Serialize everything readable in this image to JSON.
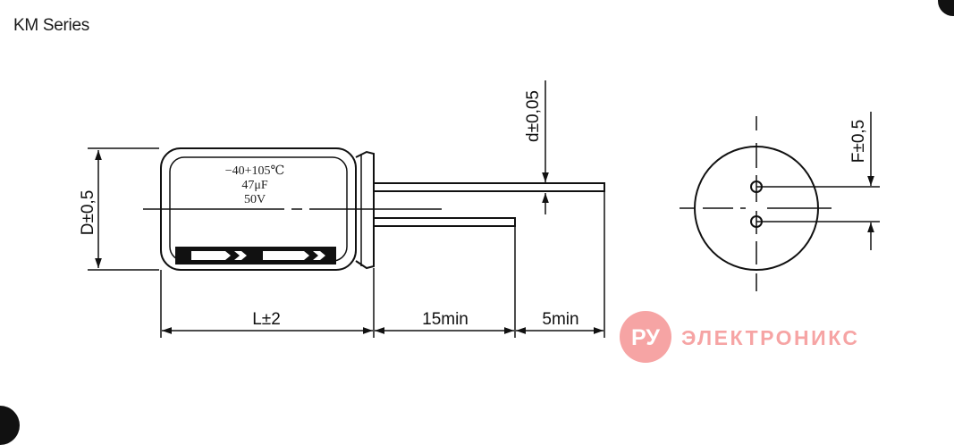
{
  "title": "KM Series",
  "capacitor": {
    "temp_range": "−40+105℃",
    "capacitance": "47μF",
    "voltage": "50V"
  },
  "dimensions": {
    "diameter": "D±0,5",
    "length": "L±2",
    "lead_short": "15min",
    "lead_extra": "5min",
    "lead_diameter": "d±0,05",
    "lead_spacing": "F±0,5"
  },
  "watermark": {
    "badge": "РУ",
    "text": "ЭЛЕКТРОНИКС",
    "color": "#ef4b4b"
  }
}
